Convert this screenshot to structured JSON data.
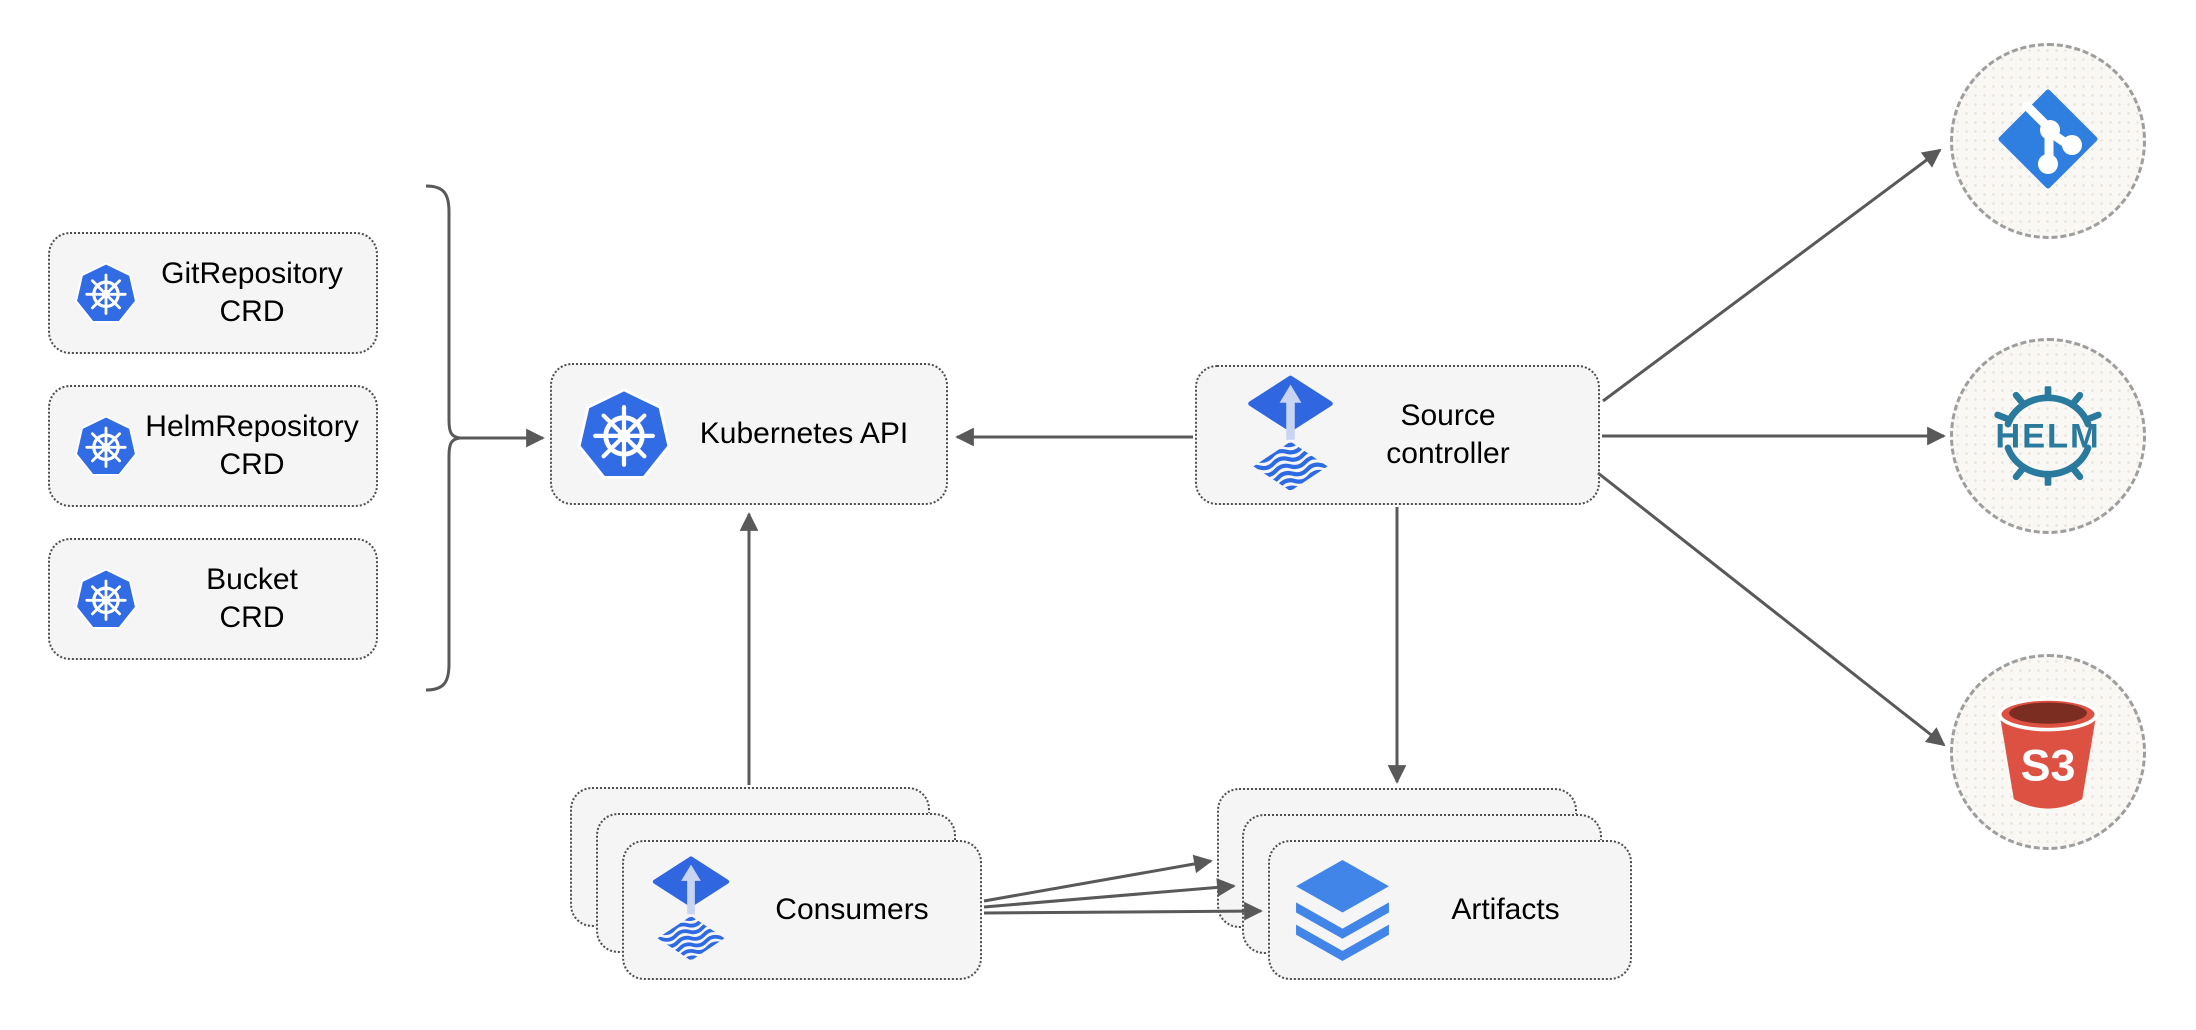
{
  "nodes": {
    "crd_list": [
      {
        "line1": "GitRepository",
        "line2": "CRD"
      },
      {
        "line1": "HelmRepository",
        "line2": "CRD"
      },
      {
        "line1": "Bucket",
        "line2": "CRD"
      }
    ],
    "kubernetes_api": {
      "label": "Kubernetes API"
    },
    "source_controller": {
      "line1": "Source",
      "line2": "controller"
    },
    "consumers": {
      "label": "Consumers",
      "stack_count": 3
    },
    "artifacts": {
      "label": "Artifacts",
      "stack_count": 3
    },
    "helm": {
      "label": "HELM"
    },
    "s3": {
      "label": "S3"
    }
  },
  "icons": {
    "crd_boxes": "kubernetes-wheel-icon",
    "kubernetes_api": "kubernetes-wheel-icon",
    "source_controller": "flux-icon",
    "consumers": "flux-icon",
    "artifacts": "layers-stack-icon",
    "git_circle": "git-branch-icon",
    "helm_circle": "helm-wheel-icon",
    "s3_circle": "s3-bucket-icon"
  },
  "edges": [
    {
      "from": "crd-bracket",
      "to": "kubernetes-api"
    },
    {
      "from": "source-controller",
      "to": "kubernetes-api"
    },
    {
      "from": "consumers",
      "to": "kubernetes-api"
    },
    {
      "from": "source-controller",
      "to": "artifacts"
    },
    {
      "from": "source-controller",
      "to": "git"
    },
    {
      "from": "source-controller",
      "to": "helm"
    },
    {
      "from": "source-controller",
      "to": "s3"
    },
    {
      "from": "consumers",
      "to": "artifacts"
    },
    {
      "from": "consumers",
      "to": "artifacts"
    },
    {
      "from": "consumers",
      "to": "artifacts"
    }
  ],
  "colors": {
    "kubernetes_blue": "#326ce5",
    "flux_blue": "#3067e0",
    "flux_arrow_light": "#c7d4f2",
    "layers_blue": "#4285e8",
    "git_blue": "#2f7fe0",
    "helm_teal": "#2a7a9e",
    "s3_red": "#dd5143",
    "s3_dark_red": "#7b2d21",
    "box_fill": "#f5f5f5",
    "box_border": "#4f4f4f",
    "circle_fill": "#faf8f5",
    "circle_border": "#9e9e9e",
    "arrow_gray": "#595959",
    "text": "#000000"
  }
}
